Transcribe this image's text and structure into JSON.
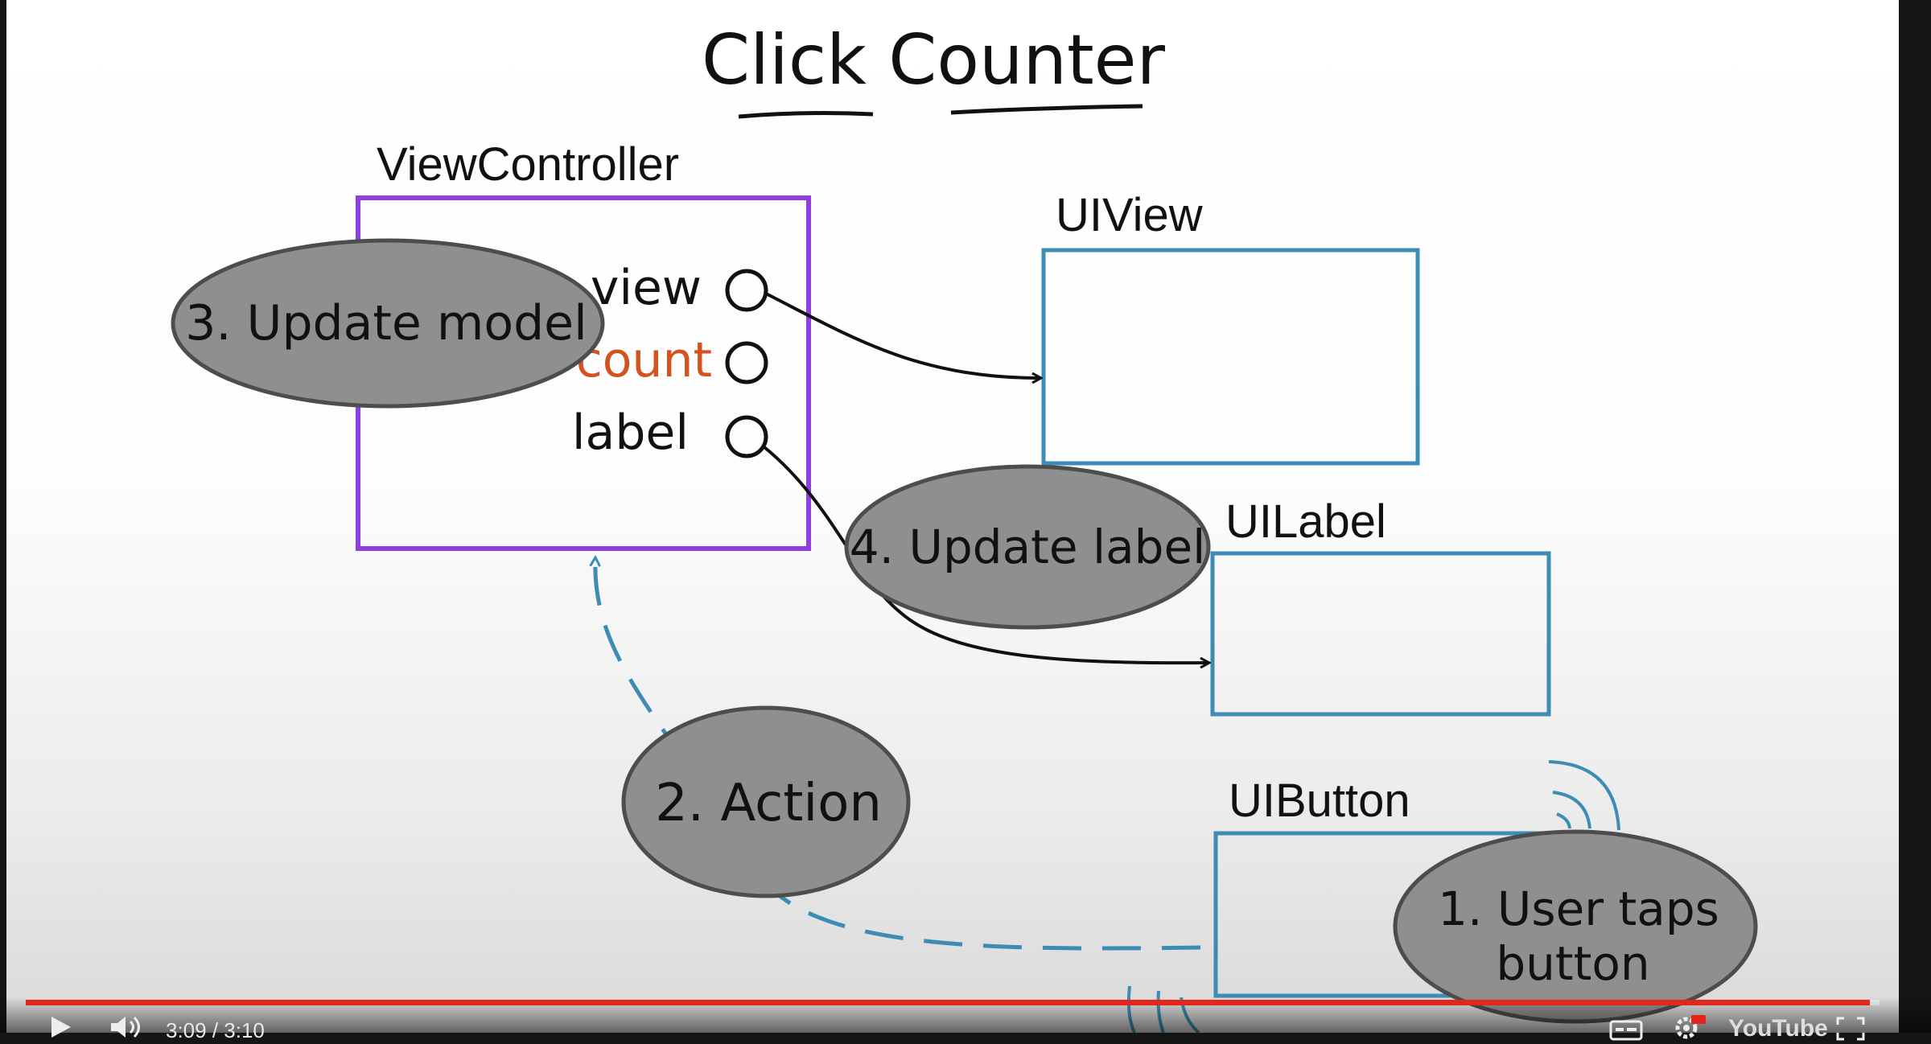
{
  "title": "Click Counter",
  "boxes": {
    "view_controller": "ViewController",
    "ui_view": "UIView",
    "ui_label": "UILabel",
    "ui_button": "UIButton"
  },
  "outlets": {
    "view": "view",
    "count": "count",
    "label": "label"
  },
  "steps": {
    "user_taps": [
      "1. User taps",
      "button"
    ],
    "action": "2. Action",
    "update_model": "3. Update model",
    "update_label": "4. Update label"
  },
  "colors": {
    "view_controller_border": "#8e3fe0",
    "ui_box_border": "#3c8cb6",
    "count_text": "#d2531f",
    "bubble_fill": "#8f8f8f",
    "progress": "#e3261c"
  },
  "player": {
    "time": "3:09 / 3:10",
    "progress": 0.995,
    "logo": "YouTube",
    "icons": [
      "play-icon",
      "volume-icon",
      "captions-icon",
      "settings-icon",
      "fullscreen-icon"
    ]
  }
}
